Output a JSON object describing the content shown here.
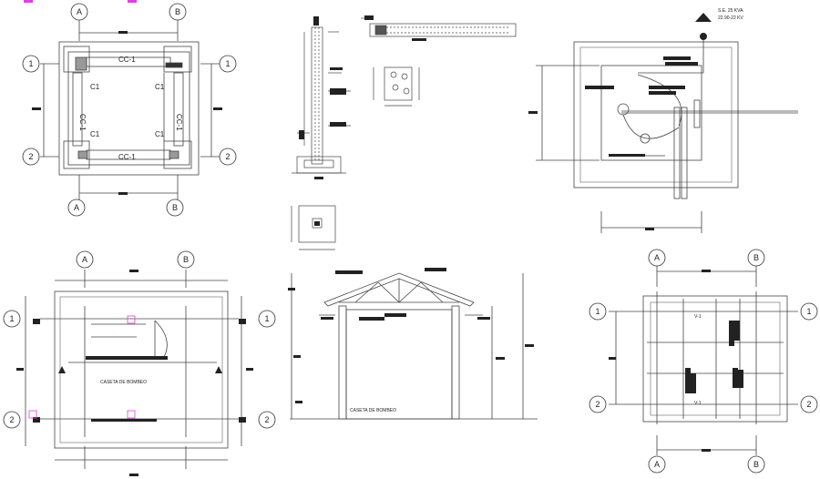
{
  "drawing": {
    "grid_letters": [
      "A",
      "B"
    ],
    "grid_numbers": [
      "1",
      "2"
    ],
    "foundation_plan": {
      "beam_top": "CC-1",
      "beam_bottom": "CC-1",
      "beam_left": "CC-1",
      "beam_right": "CC-1",
      "column_label": "C1"
    },
    "site_plan": {
      "station_label_1": "S.E. 25 KVA",
      "station_label_2": "22.90-22 KV"
    },
    "floor_plan": {
      "room_label": "CASETA DE BOMBEO"
    },
    "elevation": {
      "room_label": "CASETA DE BOMBEO"
    },
    "roof_plan": {
      "beam_label": "V-1"
    }
  }
}
